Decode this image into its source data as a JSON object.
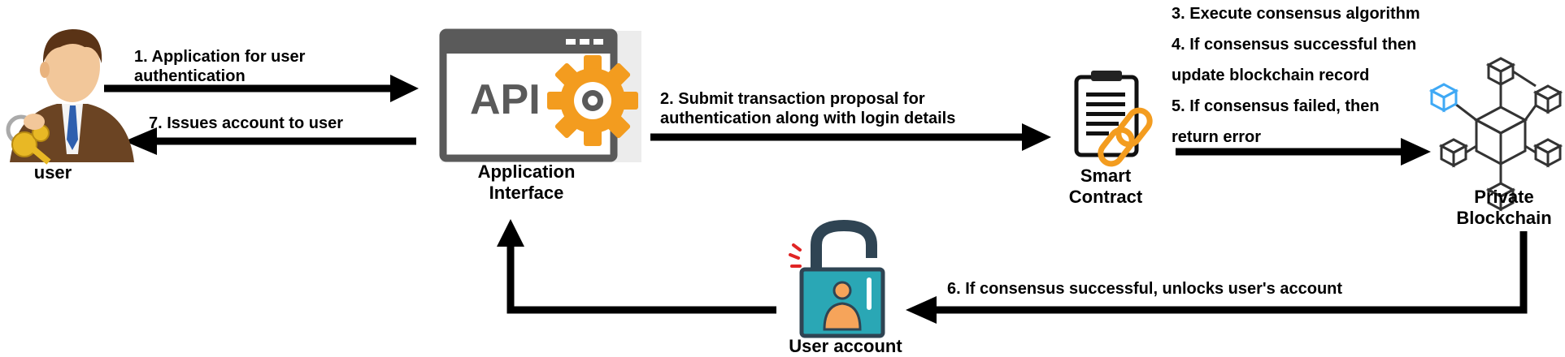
{
  "nodes": {
    "user": "user",
    "api_logo_text": "API",
    "app_interface_line1": "Application",
    "app_interface_line2": "Interface",
    "smart_contract_line1": "Smart",
    "smart_contract_line2": "Contract",
    "private_blockchain_line1": "Private",
    "private_blockchain_line2": "Blockchain",
    "user_account": "User account"
  },
  "steps": {
    "step1_line1": "1. Application  for user",
    "step1_line2": "authentication",
    "step2_line1": "2. Submit transaction proposal for",
    "step2_line2": "authentication along with login details",
    "step3": "3. Execute consensus algorithm",
    "step4_line1": "4. If consensus successful then",
    "step4_line2": "update blockchain record",
    "step5_line1": "5. If consensus failed, then",
    "step5_line2": "return error",
    "step6": "6. If consensus successful, unlocks user's account",
    "step7": "7. Issues account to user"
  },
  "colors": {
    "arrow": "#000000",
    "gear": "#f39c1f",
    "window": "#5a5a5a",
    "lock_body": "#2aa7b5",
    "lock_shackle": "#2f4453",
    "blockchain_accent": "#3fa9f5"
  }
}
